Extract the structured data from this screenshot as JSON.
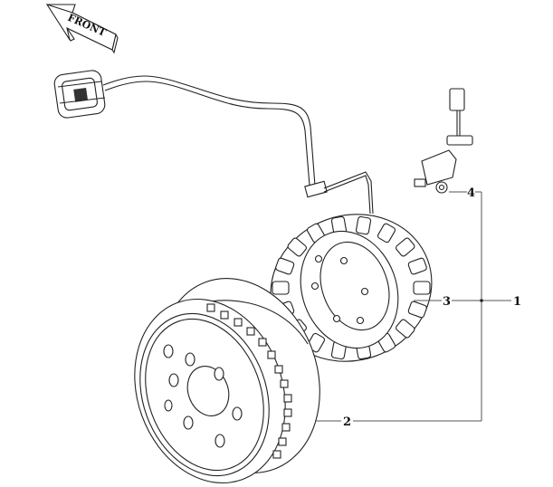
{
  "diagram": {
    "orientation_label": "FRONT",
    "callouts": [
      {
        "id": "1",
        "label": "1"
      },
      {
        "id": "2",
        "label": "2"
      },
      {
        "id": "3",
        "label": "3"
      },
      {
        "id": "4",
        "label": "4"
      }
    ],
    "colors": {
      "line": "#222222",
      "leader": "#555555",
      "background": "#ffffff"
    }
  }
}
